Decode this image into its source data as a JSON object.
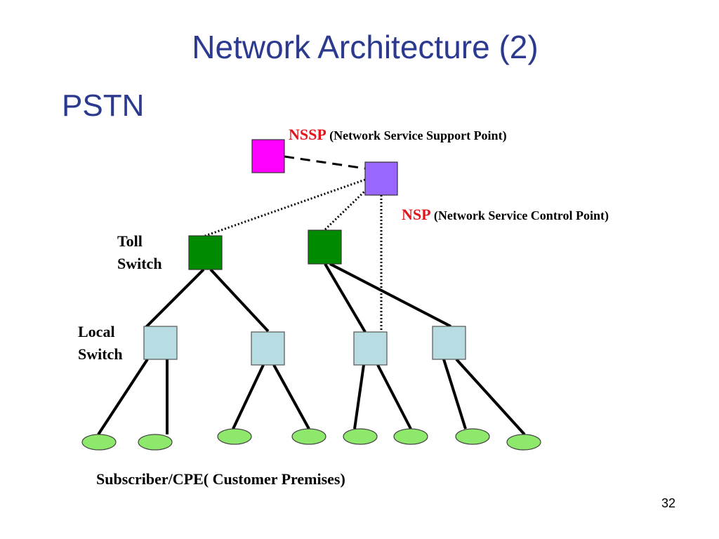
{
  "slide": {
    "title": "Network Architecture (2)",
    "subtitle": "PSTN",
    "page_number": "32"
  },
  "labels": {
    "nssp_abbr": "NSSP",
    "nssp_full": "(Network Service Support Point)",
    "nsp_abbr": "NSP",
    "nsp_full": "(Network Service Control Point)",
    "toll_line1": "Toll",
    "toll_line2": "Switch",
    "local_line1": "Local",
    "local_line2": "Switch",
    "subscriber": "Subscriber/CPE( Customer Premises)"
  },
  "colors": {
    "title": "#2b3a8f",
    "nssp_fill": "#ff00ff",
    "nsp_fill": "#9966ff",
    "toll_fill": "#008a00",
    "local_fill": "#b7dde3",
    "subscriber_fill": "#8ee86b",
    "abbr_text": "#e3141a"
  }
}
